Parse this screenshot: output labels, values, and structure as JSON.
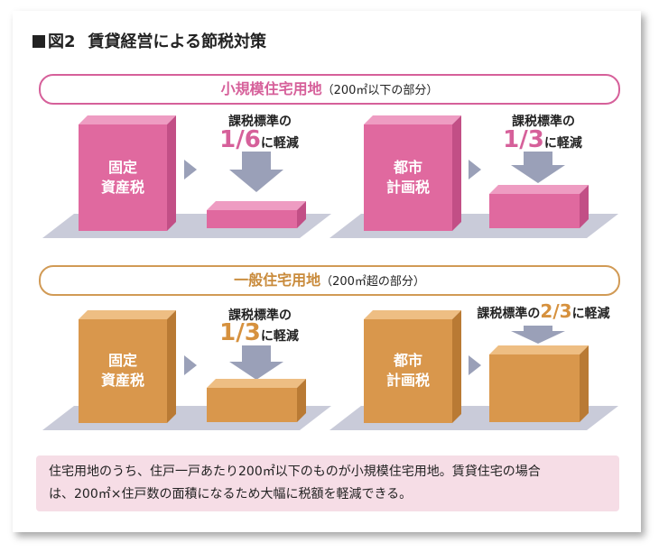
{
  "figure": {
    "number": "図2",
    "title": "賃貸経営による節税対策"
  },
  "sections": [
    {
      "heading": "小規模住宅用地",
      "heading_sub": "（200㎡以下の部分）",
      "color": "#d6609a",
      "panels": [
        {
          "tax_line1": "固定",
          "tax_line2": "資産税",
          "reduction_prefix": "課税標準の",
          "reduction_fraction": "1/6",
          "reduction_suffix": "に軽減",
          "reduced_fraction_value": 0.1667
        },
        {
          "tax_line1": "都市",
          "tax_line2": "計画税",
          "reduction_prefix": "課税標準の",
          "reduction_fraction": "1/3",
          "reduction_suffix": "に軽減",
          "reduced_fraction_value": 0.3333
        }
      ]
    },
    {
      "heading": "一般住宅用地",
      "heading_sub": "（200㎡超の部分）",
      "color": "#d19a55",
      "panels": [
        {
          "tax_line1": "固定",
          "tax_line2": "資産税",
          "reduction_prefix": "課税標準の",
          "reduction_fraction": "1/3",
          "reduction_suffix": "に軽減",
          "reduced_fraction_value": 0.3333
        },
        {
          "tax_line1": "都市",
          "tax_line2": "計画税",
          "reduction_prefix": "課税標準の",
          "reduction_fraction": "2/3",
          "reduction_suffix": "に軽減",
          "reduced_fraction_value": 0.6667
        }
      ]
    }
  ],
  "note": {
    "line1": "住宅用地のうち、住戸一戸あたり200㎡以下のものが小規模住宅用地。賃貸住宅の場合",
    "line2": "は、200㎡×住戸数の面積になるため大幅に税額を軽減できる。"
  },
  "colors": {
    "pink_front": "#e0699f",
    "pink_top": "#ee9cc2",
    "pink_side": "#c24f86",
    "orange_front": "#d9974c",
    "orange_top": "#eebe83",
    "orange_side": "#b97a34",
    "platform": "#c9cbd9",
    "arrow": "#9aa0b8"
  }
}
